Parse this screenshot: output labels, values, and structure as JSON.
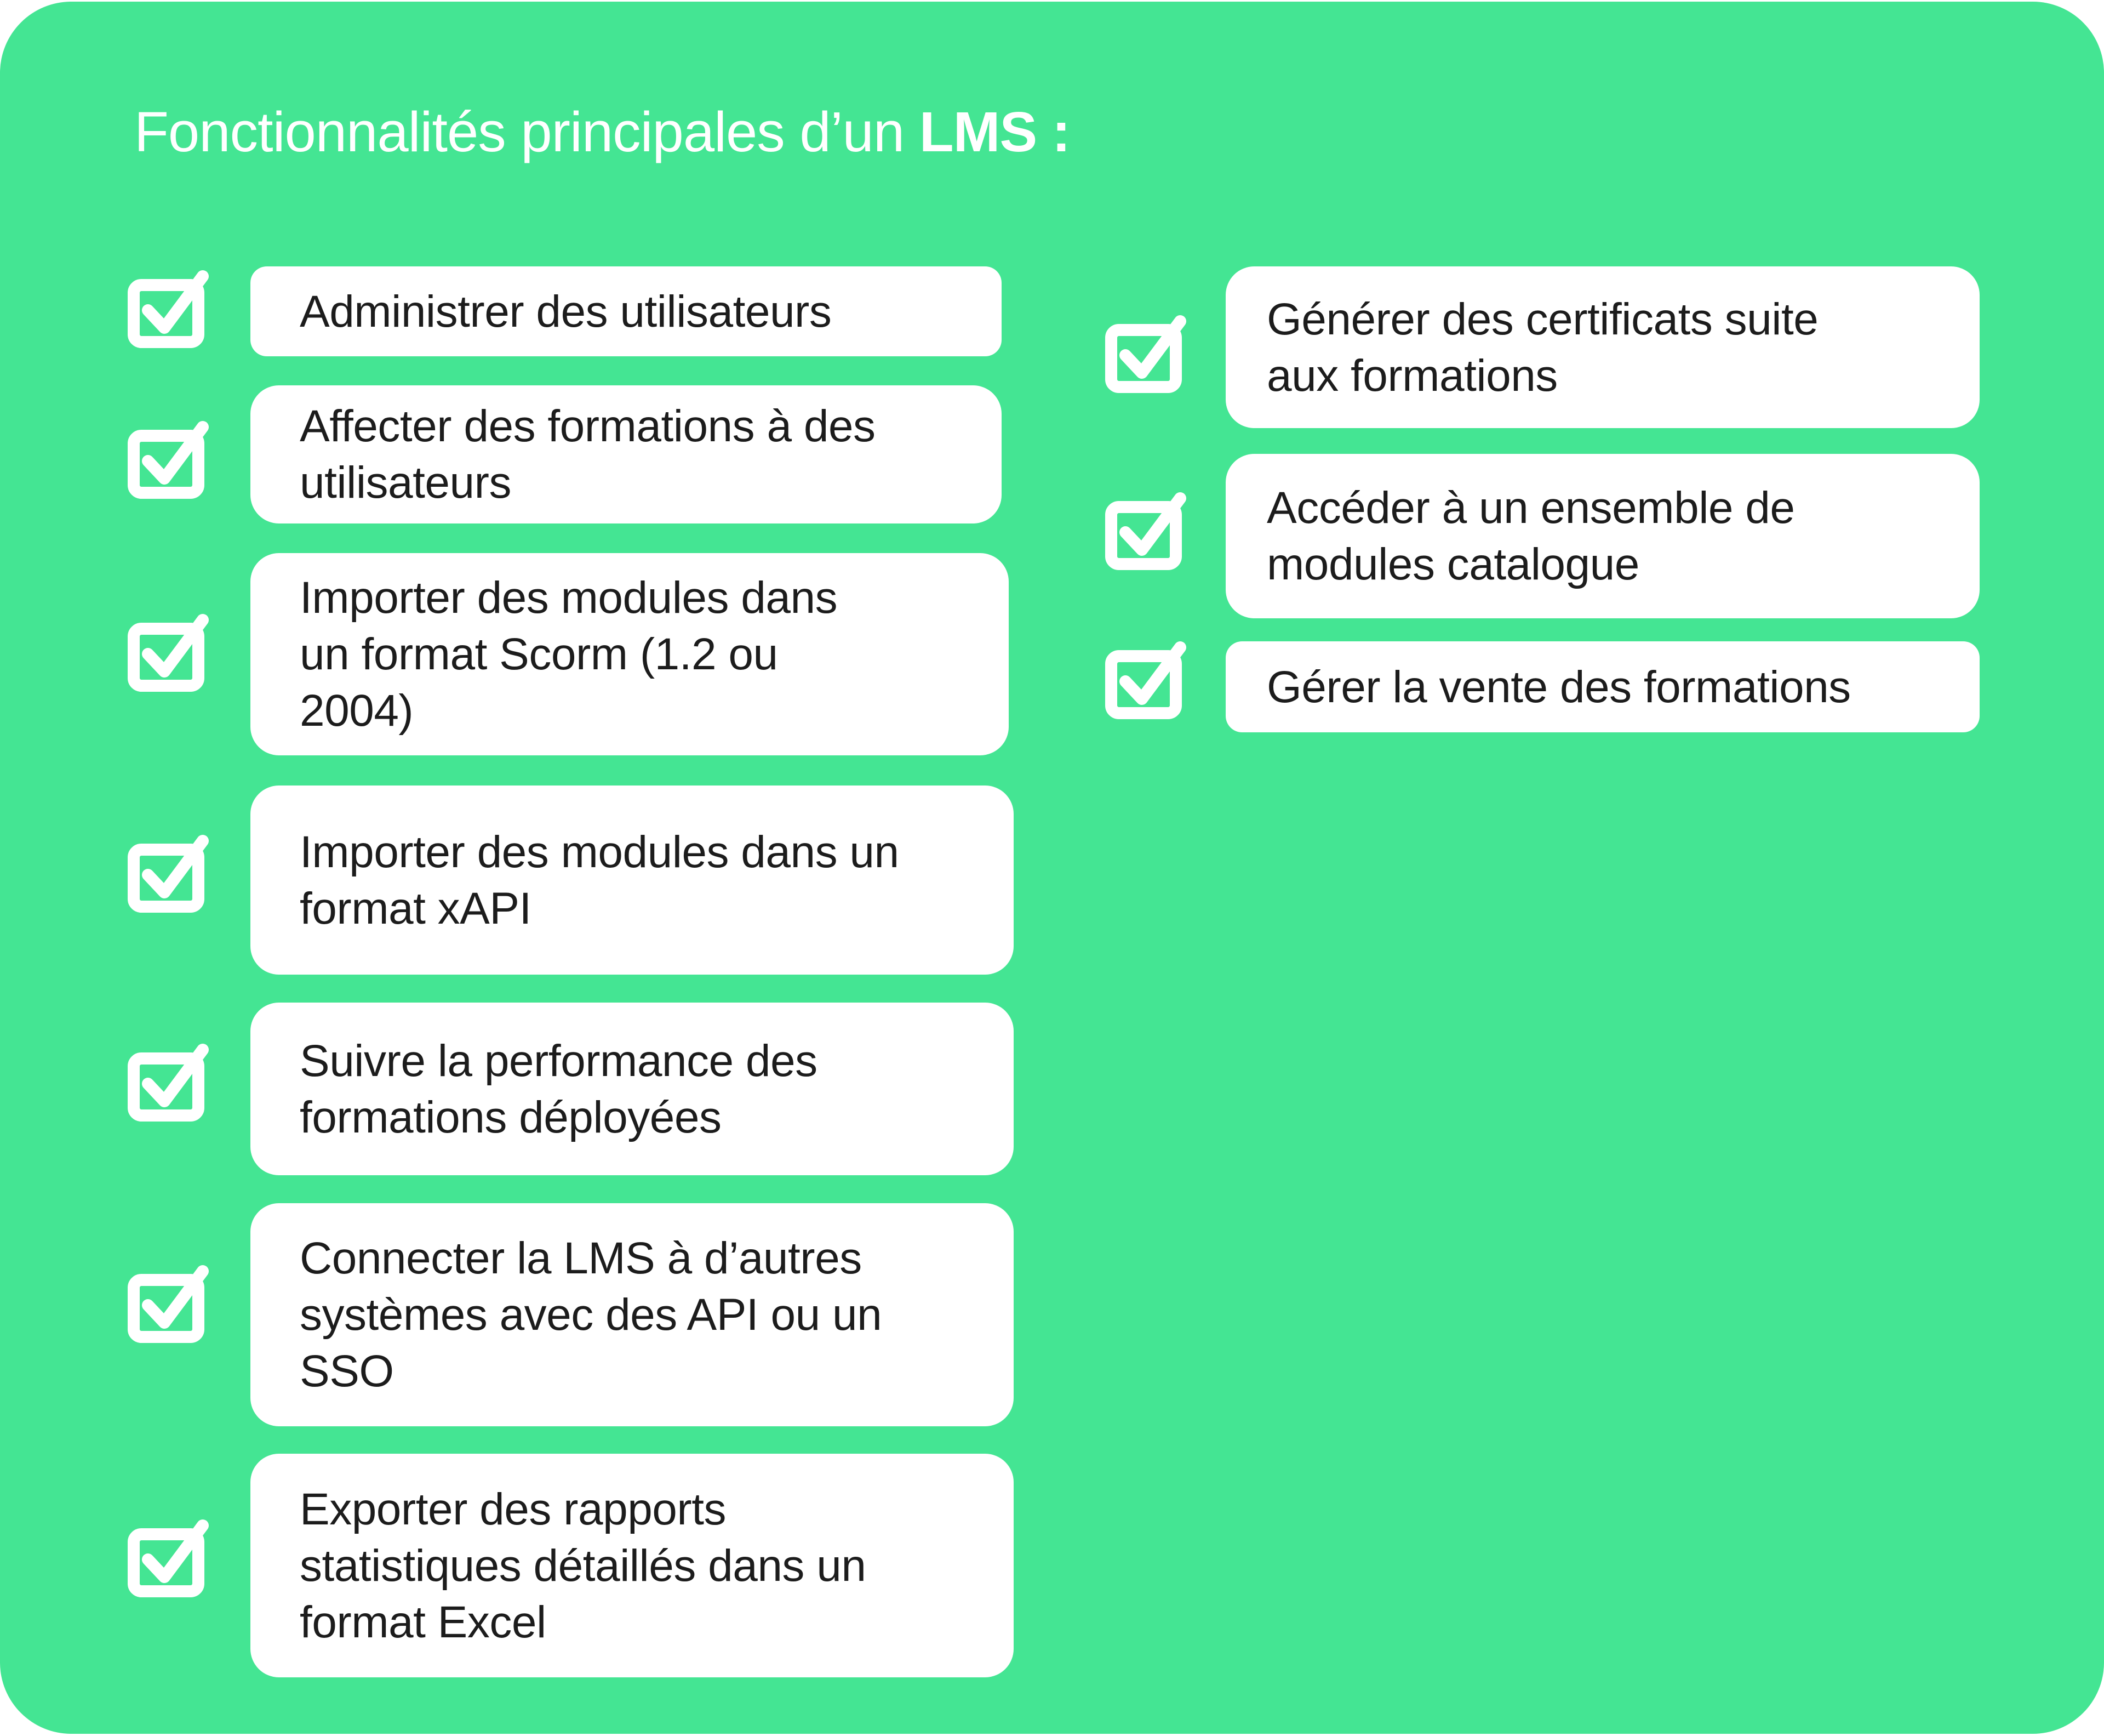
{
  "colors": {
    "background": "#44E593",
    "card": "#FFFFFF",
    "title_text": "#FFFFFF",
    "card_text": "#1C1C1C"
  },
  "header": {
    "title_regular": "Fonctionnalités principales d’un ",
    "title_bold": "LMS :"
  },
  "left_column": {
    "items": [
      {
        "icon": "checkbox-checked-icon",
        "lines": [
          "Administrer des utilisateurs"
        ]
      },
      {
        "icon": "checkbox-checked-icon",
        "lines": [
          "Affecter des formations à des",
          "utilisateurs"
        ]
      },
      {
        "icon": "checkbox-checked-icon",
        "lines": [
          "Importer des modules dans",
          "un format Scorm (1.2 ou",
          "2004)"
        ]
      },
      {
        "icon": "checkbox-checked-icon",
        "lines": [
          "Importer des modules dans un",
          "format xAPI"
        ]
      },
      {
        "icon": "checkbox-checked-icon",
        "lines": [
          "Suivre la performance des",
          "formations déployées"
        ]
      },
      {
        "icon": "checkbox-checked-icon",
        "lines": [
          "Connecter la LMS à d’autres",
          "systèmes avec des API ou un",
          "SSO"
        ]
      },
      {
        "icon": "checkbox-checked-icon",
        "lines": [
          "Exporter des rapports",
          "statistiques détaillés dans un",
          "format Excel"
        ]
      }
    ]
  },
  "right_column": {
    "items": [
      {
        "icon": "checkbox-checked-icon",
        "lines": [
          "Générer des certificats suite",
          "aux formations"
        ]
      },
      {
        "icon": "checkbox-checked-icon",
        "lines": [
          "Accéder à un ensemble de",
          "modules catalogue"
        ]
      },
      {
        "icon": "checkbox-checked-icon",
        "lines": [
          "Gérer la vente des formations"
        ]
      }
    ]
  }
}
